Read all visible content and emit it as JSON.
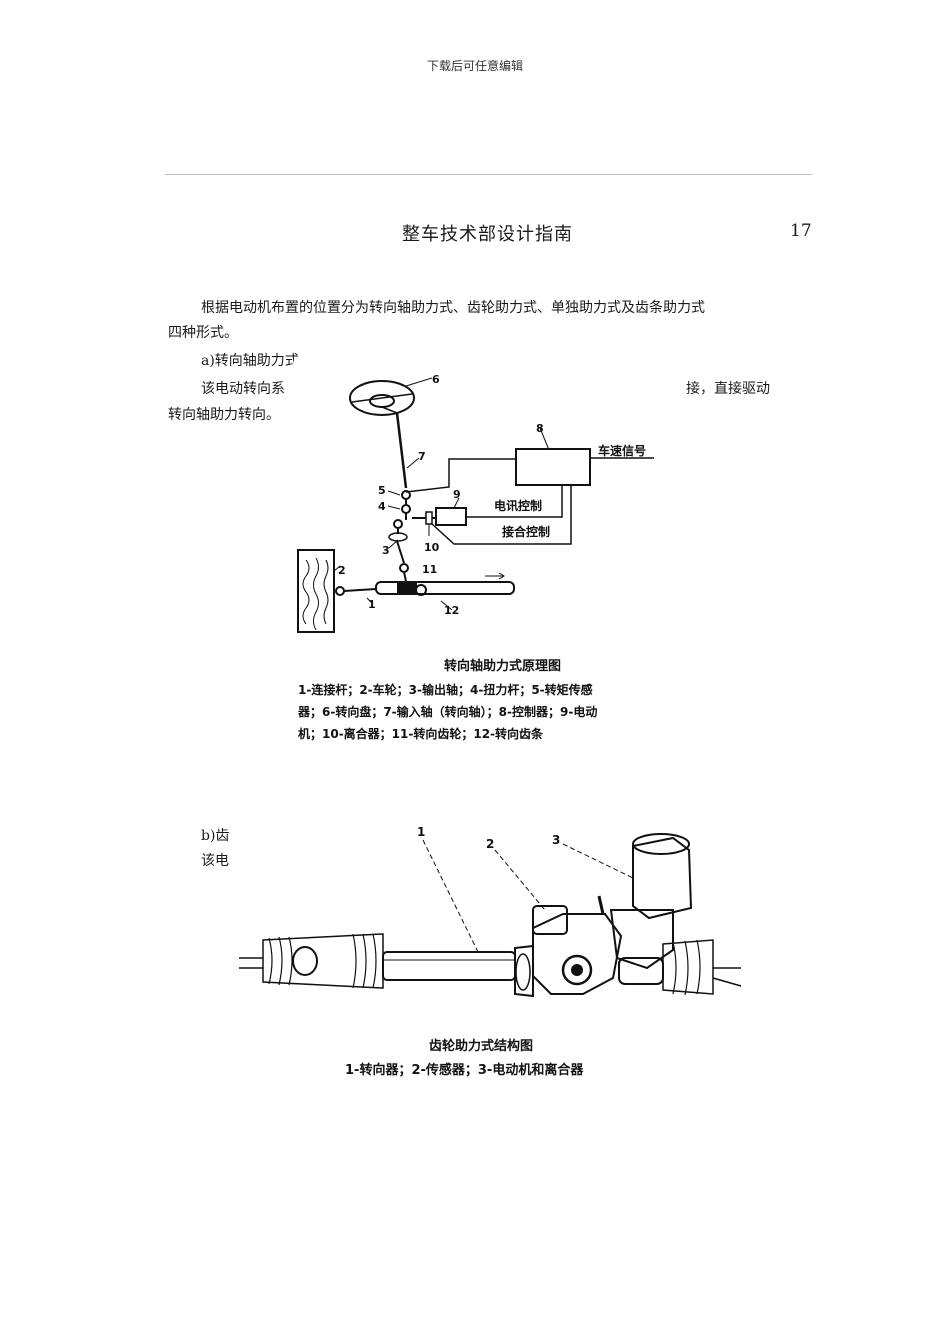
{
  "header": {
    "watermark": "下载后可任意编辑",
    "title": "整车技术部设计指南",
    "page_number": "17"
  },
  "body": {
    "para1_line1": "根据电动机布置的位置分为转向轴助力式、齿轮助力式、单独助力式及齿条助力式",
    "para1_line2": "四种形式。",
    "item_a": "a)转向轴助力式",
    "para2_line1_left": "该电动转向系",
    "para2_line1_right": "接，直接驱动",
    "para2_line2": "转向轴助力转向。",
    "item_b": "b)齿",
    "para3_left": "该电"
  },
  "figure1": {
    "labels": {
      "n1": "1",
      "n2": "2",
      "n3": "3",
      "n4": "4",
      "n5": "5",
      "n6": "6",
      "n7": "7",
      "n8": "8",
      "n9": "9",
      "n10": "10",
      "n11": "11",
      "n12": "12"
    },
    "speed_signal": "车速信号",
    "motor_control": "电讯控制",
    "clutch_control": "接合控制",
    "caption_title": "转向轴助力式原理图",
    "caption_line1": "1-连接杆；2-车轮；3-输出轴；4-扭力杆；5-转矩传感",
    "caption_line2": "器；6-转向盘；7-输入轴（转向轴）；8-控制器；9-电动",
    "caption_line3": "机；10-离合器；11-转向齿轮；12-转向齿条"
  },
  "figure2": {
    "labels": {
      "n1": "1",
      "n2": "2",
      "n3": "3"
    },
    "caption_title": "齿轮助力式结构图",
    "caption_line1": "1-转向器；2-传感器；3-电动机和离合器"
  }
}
